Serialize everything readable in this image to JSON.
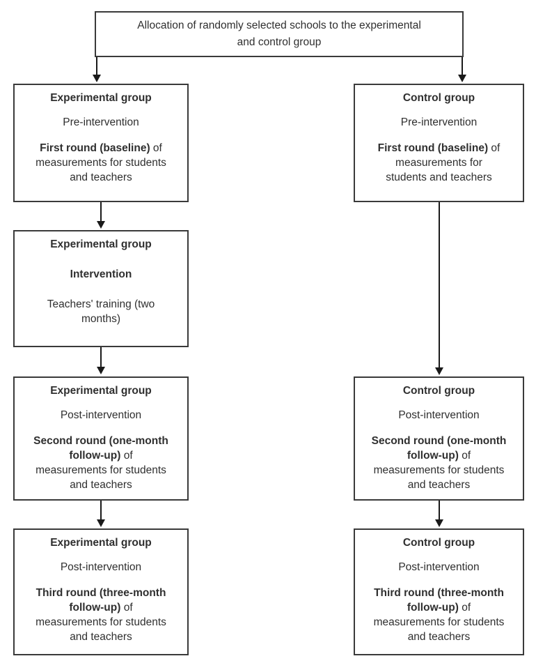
{
  "diagram": {
    "title": "Allocation of randomly selected schools to the experimental and control group",
    "header": {
      "line1": "Allocation of randomly selected schools to the experimental",
      "line2": "and control group"
    },
    "colors": {
      "box_border": "#3a3a3a",
      "connector": "#1a1a1a",
      "text": "#2f2f2f",
      "background": "#ffffff"
    },
    "left_column": {
      "group_label": "Experimental group",
      "boxes": [
        {
          "group": "Experimental group",
          "phase": "Pre-intervention",
          "round_bold": "First round (baseline)",
          "round_rest": " of",
          "detail_line1": "measurements for students",
          "detail_line2": "and teachers"
        },
        {
          "group": "Experimental group",
          "phase": "Intervention",
          "detail_line1": "Teachers' training (two",
          "detail_line2": "months)"
        },
        {
          "group": "Experimental group",
          "phase": "Post-intervention",
          "round_bold_line1": "Second round (one-month",
          "round_bold_line2": "follow-up)",
          "round_rest": " of",
          "detail_line1": "measurements for students",
          "detail_line2": "and teachers"
        },
        {
          "group": "Experimental group",
          "phase": "Post-intervention",
          "round_bold_line1": "Third round (three-month",
          "round_bold_line2": "follow-up)",
          "round_rest": " of",
          "detail_line1": "measurements for students",
          "detail_line2": "and teachers"
        }
      ]
    },
    "right_column": {
      "group_label": "Control group",
      "boxes": [
        {
          "group": "Control group",
          "phase": "Pre-intervention",
          "round_bold": "First round (baseline)",
          "round_rest": " of",
          "detail_line1": "measurements for",
          "detail_line2": "students and teachers"
        },
        {
          "group": "Control group",
          "phase": "Post-intervention",
          "round_bold_line1": "Second round (one-month",
          "round_bold_line2": "follow-up)",
          "round_rest": " of",
          "detail_line1": "measurements for students",
          "detail_line2": "and teachers"
        },
        {
          "group": "Control group",
          "phase": "Post-intervention",
          "round_bold_line1": "Third round (three-month",
          "round_bold_line2": "follow-up)",
          "round_rest": " of",
          "detail_line1": "measurements for students",
          "detail_line2": "and teachers"
        }
      ]
    }
  }
}
